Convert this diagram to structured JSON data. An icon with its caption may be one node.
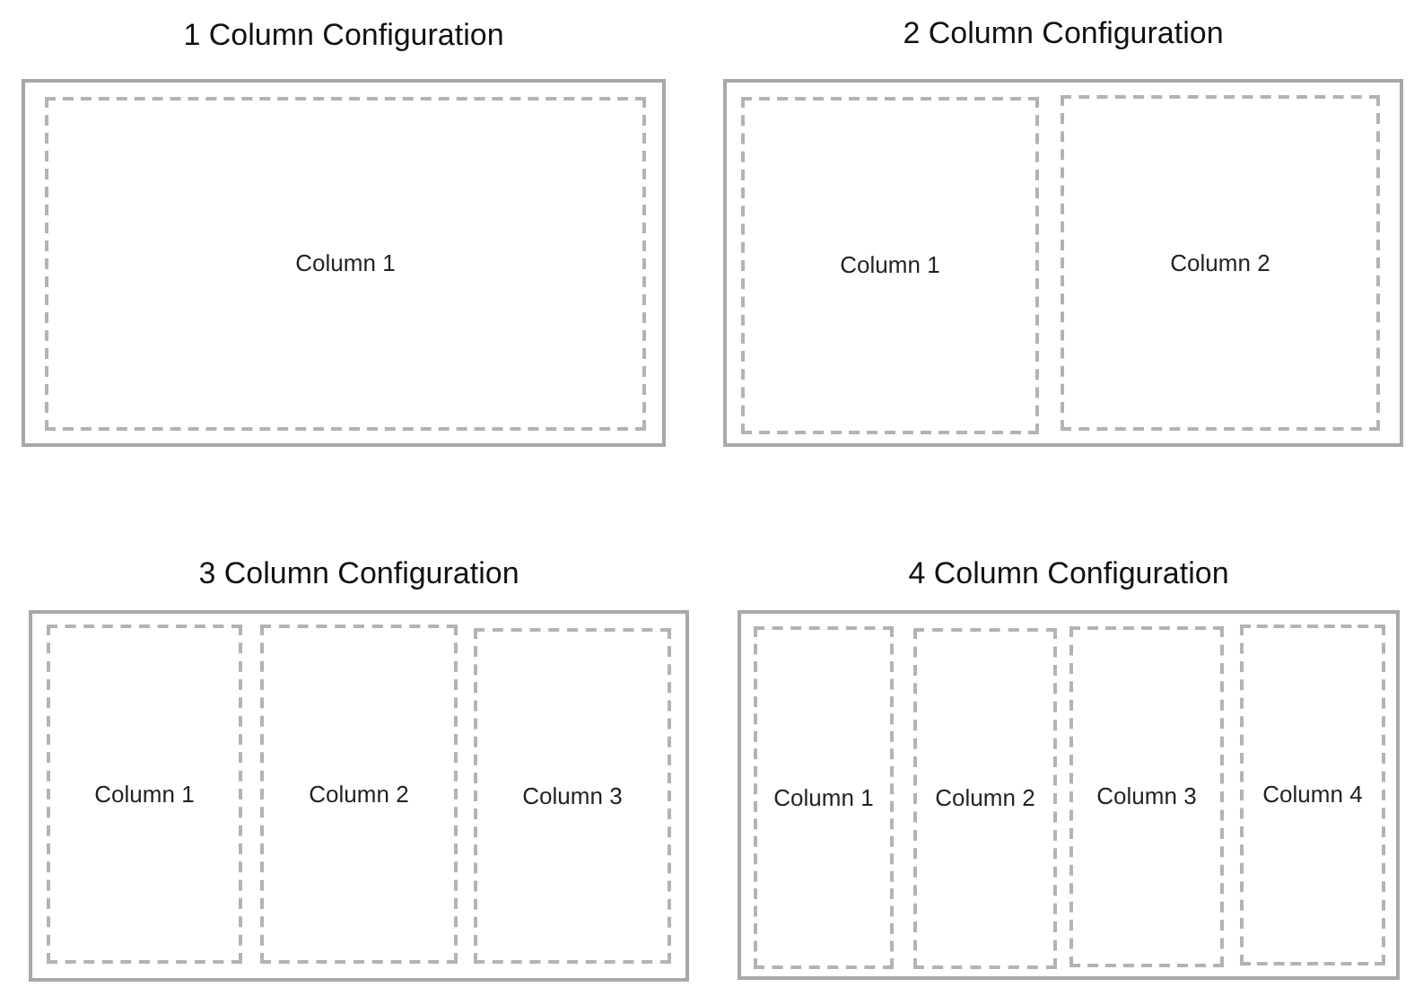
{
  "diagram": {
    "nodes": [
      {
        "text": [
          "1 Column Configuration"
        ]
      },
      {
        "text": [
          "Column 1"
        ],
        "in": 0
      },
      {
        "text": [
          "2 Column Configuration"
        ]
      },
      {
        "text": [
          "Column 1"
        ],
        "in": 2
      },
      {
        "text": [
          "Column 2"
        ],
        "in": 2
      },
      {
        "text": [
          "3 Column Configuration"
        ]
      },
      {
        "text": [
          "Column 1"
        ],
        "in": 5
      },
      {
        "text": [
          "Column 2"
        ],
        "in": 5
      },
      {
        "text": [
          "Column 3"
        ],
        "in": 5
      },
      {
        "text": [
          "4 Column Configuration"
        ]
      },
      {
        "text": [
          "Column 1"
        ],
        "in": 9
      },
      {
        "text": [
          "Column 2"
        ],
        "in": 9
      },
      {
        "text": [
          "Column 3"
        ],
        "in": 9
      },
      {
        "text": [
          "Column 4"
        ],
        "in": 9
      }
    ]
  }
}
